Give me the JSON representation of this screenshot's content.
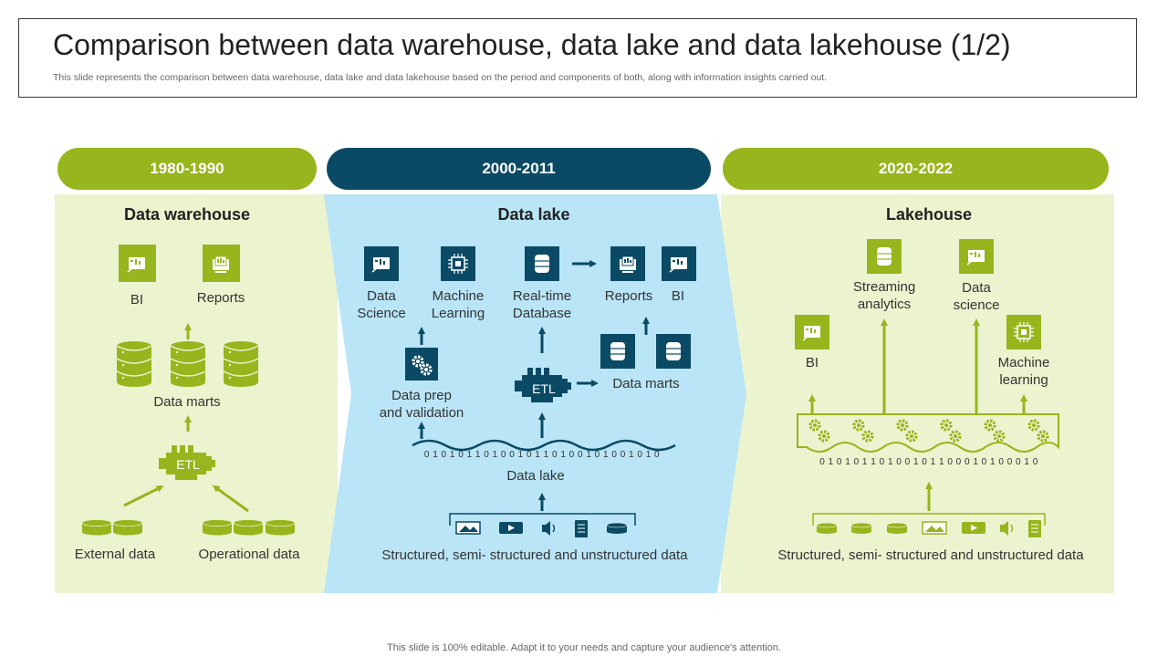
{
  "header": {
    "title": "Comparison between data warehouse, data lake and data lakehouse (1/2)",
    "subtitle": "This slide represents the comparison between data warehouse, data lake and data lakehouse based on the period and components of both, along with information insights carried out."
  },
  "periods": [
    "1980-1990",
    "2000-2011",
    "2020-2022"
  ],
  "warehouse": {
    "heading": "Data warehouse",
    "bi": "BI",
    "reports": "Reports",
    "data_marts": "Data marts",
    "etl": "ETL",
    "external_data": "External data",
    "operational_data": "Operational data"
  },
  "lake": {
    "heading": "Data lake",
    "data_science_1": "Data",
    "data_science_2": "Science",
    "ml_1": "Machine",
    "ml_2": "Learning",
    "rtdb_1": "Real-time",
    "rtdb_2": "Database",
    "reports": "Reports",
    "bi": "BI",
    "prep_1": "Data prep",
    "prep_2": "and validation",
    "etl": "ETL",
    "data_marts": "Data marts",
    "binary_top": "0 1 0 1 0 1 1 0 1 0 0 1 0 1 1 0 1 0 0 1 0 1 0 0 1 0 1 0",
    "lake_label": "Data lake",
    "sources": "Structured,  semi- structured  and unstructured  data"
  },
  "lakehouse": {
    "heading": "Lakehouse",
    "streaming_1": "Streaming",
    "streaming_2": "analytics",
    "ds_1": "Data",
    "ds_2": "science",
    "bi": "BI",
    "ml_1": "Machine",
    "ml_2": "learning",
    "binary": "0 1 0 1 0 1 1 0 1 0 0 1 0 1 1 0 0 0 1 0 1 0 0 0 1 0",
    "sources": "Structured,  semi- structured  and unstructured  data"
  },
  "footer": "This slide is 100% editable. Adapt it to your needs and capture your audience's attention.",
  "colors": {
    "green": "#97b51d",
    "dark_blue": "#0b4a64",
    "light_green": "#ecf3cf",
    "light_blue": "#b9e5f7"
  },
  "icons": [
    "dashboard-icon",
    "report-monitor-icon",
    "database-icon",
    "etl-engine-icon",
    "chip-icon",
    "gears-icon",
    "image-icon",
    "video-icon",
    "audio-icon",
    "document-icon",
    "disk-icon"
  ]
}
